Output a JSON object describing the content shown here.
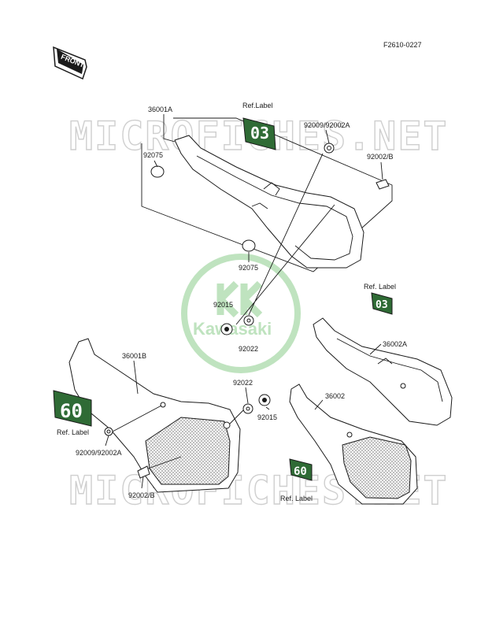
{
  "figure_code": "F2610-0227",
  "front_tag": "FRONT",
  "watermark": {
    "text": "MICROFICHES.NET",
    "logo_text": "Kawasaki",
    "color": "#bfe3bf"
  },
  "colors": {
    "ink": "#1a1a1a",
    "decal_green": "#2f6b35"
  },
  "decals": {
    "top": "03",
    "mid_right": "03",
    "left": "60",
    "bottom": "60"
  },
  "labels": {
    "p36001A": "36001A",
    "ref_label_top": "Ref.Label",
    "p92009_top": "92009/92002A",
    "p92075_top": "92075",
    "p92002B_top": "92002/B",
    "p92075_mid": "92075",
    "ref_label_mid": "Ref. Label",
    "p92015_top": "92015",
    "p92022_top": "92022",
    "p36002A": "36002A",
    "p36001B": "36001B",
    "p92022_mid": "92022",
    "p92015_mid": "92015",
    "p36002": "36002",
    "ref_label_left": "Ref. Label",
    "p92009_left": "92009/92002A",
    "p92002B_left": "92002/B",
    "ref_label_bottom": "Ref. Label"
  }
}
